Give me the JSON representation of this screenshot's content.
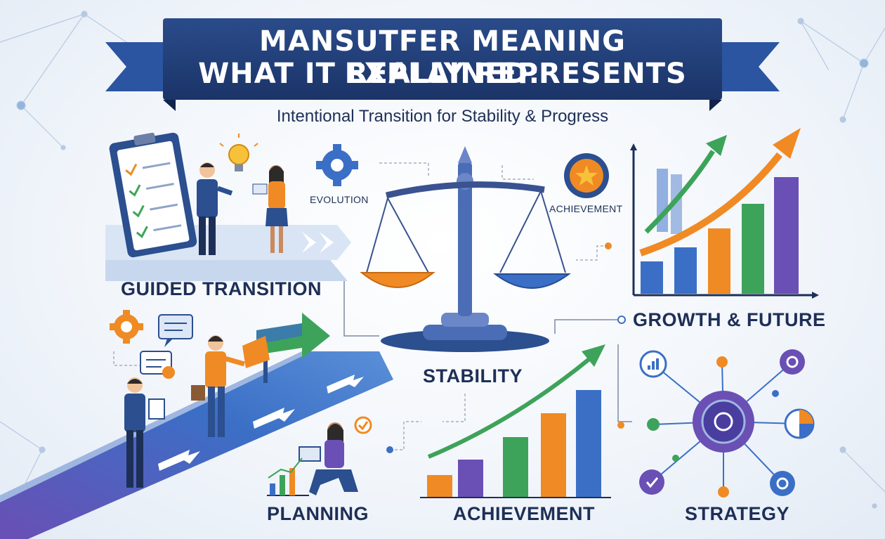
{
  "banner": {
    "title_line1": "MANSUTFER MEANING EXPLAINED:",
    "title_line2": "WHAT IT REALLY REPRESENTS",
    "subtitle": "Intentional Transition for Stability & Progress"
  },
  "labels": {
    "guided_transition": "GUIDED TRANSITION",
    "evolution": "EVOLUTION",
    "achievement_small": "ACHIEVEMENT",
    "growth_future": "GROWTH & FUTURE",
    "stability": "STABILITY",
    "planning": "PLANNING",
    "achievement": "ACHIEVEMENT",
    "strategy": "STRATEGY"
  },
  "colors": {
    "navy": "#1f3a6e",
    "blue": "#3b6fc6",
    "green": "#3da35a",
    "orange": "#f08a24",
    "purple": "#6a4fb5",
    "background": "#eef3f9"
  },
  "icons": [
    "checklist-clipboard-icon",
    "lightbulb-icon",
    "gear-icon",
    "balance-scale-icon",
    "achievement-medal-icon",
    "growth-bar-chart-icon",
    "chat-bubble-icon",
    "direction-arrow-sign-icon",
    "path-road-icon",
    "strategy-network-icon",
    "bar-chart-icon",
    "pie-chart-icon",
    "check-icon"
  ]
}
